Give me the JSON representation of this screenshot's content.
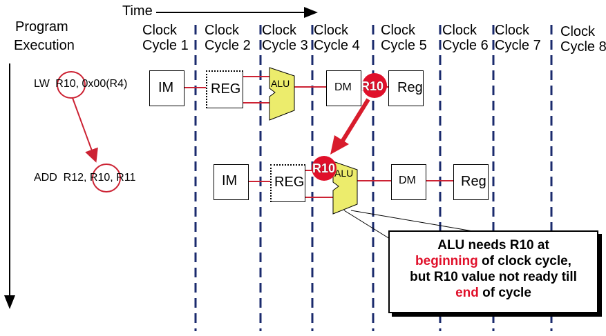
{
  "time_label": "Time",
  "program_execution": [
    "Program",
    "Execution"
  ],
  "clock_cycles": [
    {
      "line1": "Clock",
      "line2": "Cycle 1"
    },
    {
      "line1": "Clock",
      "line2": "Cycle 2"
    },
    {
      "line1": "Clock",
      "line2": "Cycle 3"
    },
    {
      "line1": "Clock",
      "line2": "Cycle 4"
    },
    {
      "line1": "Clock",
      "line2": "Cycle 5"
    },
    {
      "line1": "Clock",
      "line2": "Cycle 6"
    },
    {
      "line1": "Clock",
      "line2": "Cycle 7"
    },
    {
      "line1": "Clock",
      "line2": "Cycle 8"
    }
  ],
  "instructions": {
    "lw": {
      "op": "LW",
      "reg": "R10",
      "rest": ", 0x00(R4)"
    },
    "add": {
      "op": "ADD  R12, ",
      "reg": "R10",
      "rest": ", R11"
    }
  },
  "stages": {
    "im": "IM",
    "reg": "REG",
    "alu": "ALU",
    "dm": "DM",
    "wb": "Reg"
  },
  "forward_badge": "R10",
  "callout": {
    "line1": "ALU needs R10 at",
    "line2_red": "beginning",
    "line2_rest": " of clock cycle,",
    "line3": "but R10 value not ready till",
    "line4_red": "end",
    "line4_rest": " of cycle"
  },
  "colors": {
    "accent_red": "#e0102a",
    "alu_yellow": "#ecec6c",
    "dashed_line": "#1a2a6c",
    "connector": "#cc2233"
  }
}
